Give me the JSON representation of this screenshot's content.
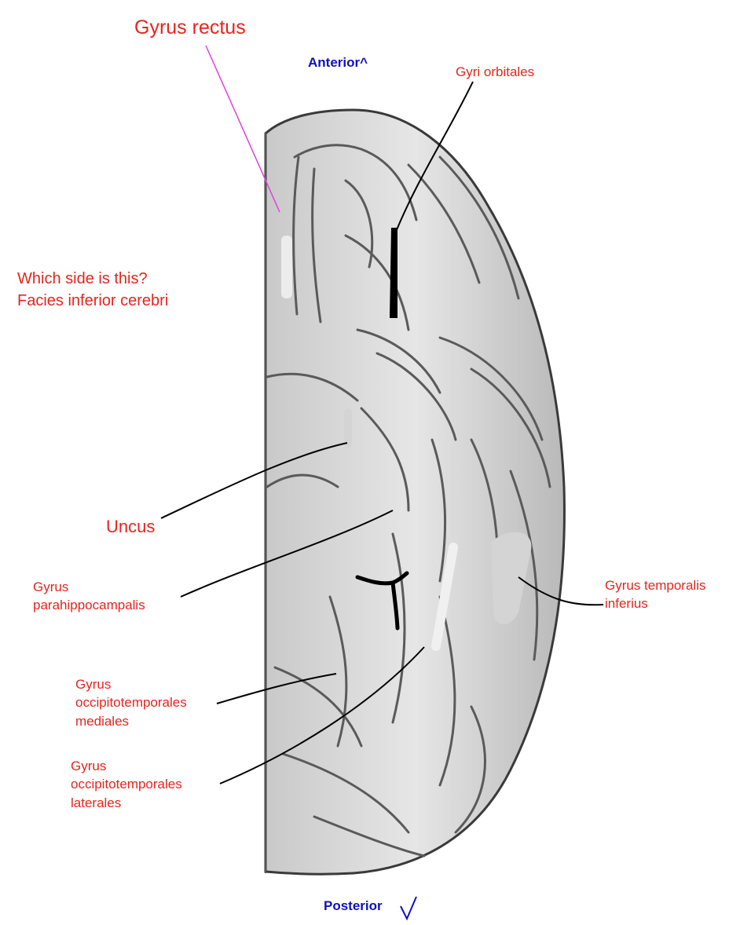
{
  "labels": {
    "gyrus_rectus": "Gyrus rectus",
    "anterior": "Anterior^",
    "gyri_orbitales": "Gyri orbitales",
    "question": "Which side is this?\nFacies inferior cerebri",
    "uncus": "Uncus",
    "parahippocampalis": "Gyrus\nparahippocampalis",
    "temporalis_inferius": "Gyrus temporalis\ninferius",
    "occipitotemporales_mediales": "Gyrus\noccipitotemporales\nmediales",
    "occipitotemporales_laterales": "Gyrus\noccipitotemporales\nlaterales",
    "posterior": "Posterior"
  },
  "colors": {
    "label_red": "#e5251e",
    "direction_blue": "#1010c0",
    "pointer_magenta": "#e040e0",
    "pointer_black": "#000000"
  },
  "icons": {
    "posterior_arrow": "check-down-arrow-icon"
  }
}
